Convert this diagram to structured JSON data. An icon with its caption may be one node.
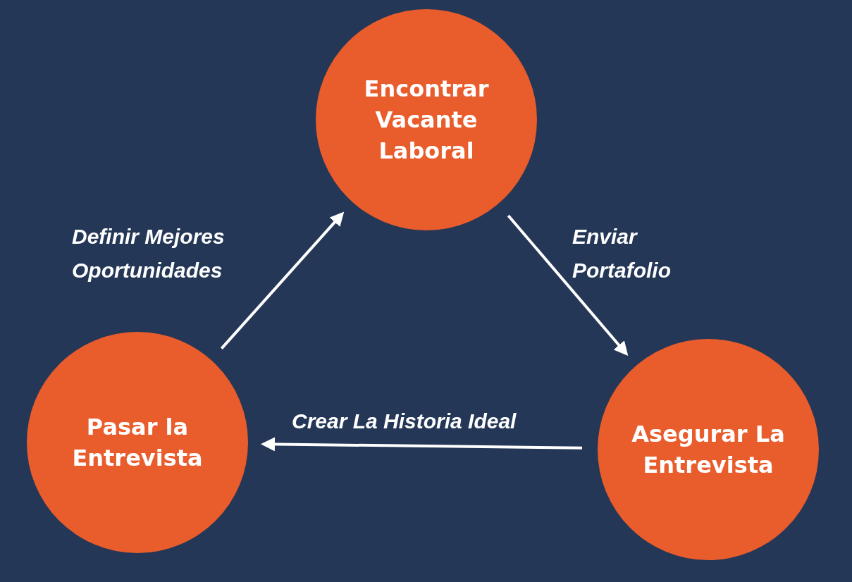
{
  "diagram": {
    "nodes": [
      {
        "text": [
          "Encontrar Vacante Laboral"
        ]
      },
      {
        "text": [
          "Pasar la Entrevista"
        ]
      },
      {
        "text": [
          "Asegurar La Entrevista"
        ]
      }
    ],
    "edges": [
      {
        "from": 0,
        "to": 2,
        "arrow": "to",
        "label": "Enviar Portafolio"
      },
      {
        "from": 2,
        "to": 1,
        "arrow": "to",
        "label": "Crear La Historia Ideal"
      },
      {
        "from": 1,
        "to": 0,
        "arrow": "to",
        "label": "Definir Mejores Oportunidades"
      }
    ]
  }
}
